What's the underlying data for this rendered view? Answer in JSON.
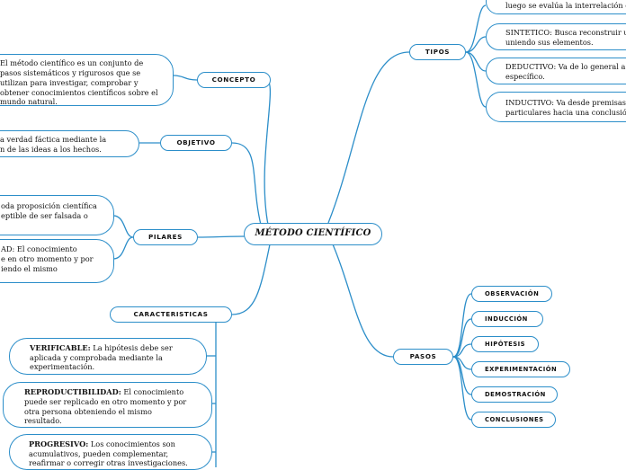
{
  "root": {
    "title": "MÉTODO CIENTÍFICO"
  },
  "branches": {
    "concepto": {
      "label": "CONCEPTO",
      "text_lines": [
        "El método científico es un conjunto de",
        "pasos sistemáticos y rigurosos que se",
        "utilizan para investigar, comprobar y",
        "obtener conocimientos científicos sobre el",
        "mundo natural."
      ]
    },
    "objetivo": {
      "label": "OBJETIVO",
      "text_lines": [
        "a verdad fáctica mediante la",
        "n de las ideas a los hechos."
      ]
    },
    "pilares": {
      "label": "PILARES",
      "items": [
        {
          "lines": [
            "oda proposición científica",
            "eptible de ser falsada o"
          ]
        },
        {
          "lines": [
            "AD: El conocimiento",
            "e en otro momento y por",
            "iendo el mismo"
          ]
        }
      ]
    },
    "caracteristicas": {
      "label": "CARACTERISTICAS",
      "items": [
        {
          "term": "VERIFICABLE:",
          "rest": " La hipótesis debe ser",
          "lines": [
            "aplicada y comprobada mediante la",
            "experimentación."
          ]
        },
        {
          "term": "REPRODUCTIBILIDAD:",
          "rest": " El conocimiento",
          "lines": [
            "puede ser replicado en otro momento y por",
            "otra persona obteniendo el mismo",
            "resultado."
          ]
        },
        {
          "term": "PROGRESIVO:",
          "rest": " Los conocimientos son",
          "lines": [
            "acumulativos, pueden complementar,",
            "reafirmar o corregir otras investigaciones."
          ]
        }
      ]
    },
    "tipos": {
      "label": "TIPOS",
      "items": [
        {
          "lines": [
            "luego se evalúa la interrelación en"
          ]
        },
        {
          "lines": [
            "SINTETICO: Busca reconstruir un",
            "uniendo sus elementos."
          ]
        },
        {
          "lines": [
            "DEDUCTIVO: Va de lo general a lo",
            "específico."
          ]
        },
        {
          "lines": [
            "INDUCTIVO: Va desde premisas",
            "particulares hacia una conclusión"
          ]
        }
      ]
    },
    "pasos": {
      "label": "PASOS",
      "items": [
        "OBSERVACIÓN",
        "INDUCCIÓN",
        "HIPÓTESIS",
        "EXPERIMENTACIÓN",
        "DEMOSTRACIÓN",
        "CONCLUSIONES"
      ]
    }
  },
  "colors": {
    "line": "#2c8ec9",
    "border": "#2c8ec9",
    "background": "#ffffff"
  }
}
